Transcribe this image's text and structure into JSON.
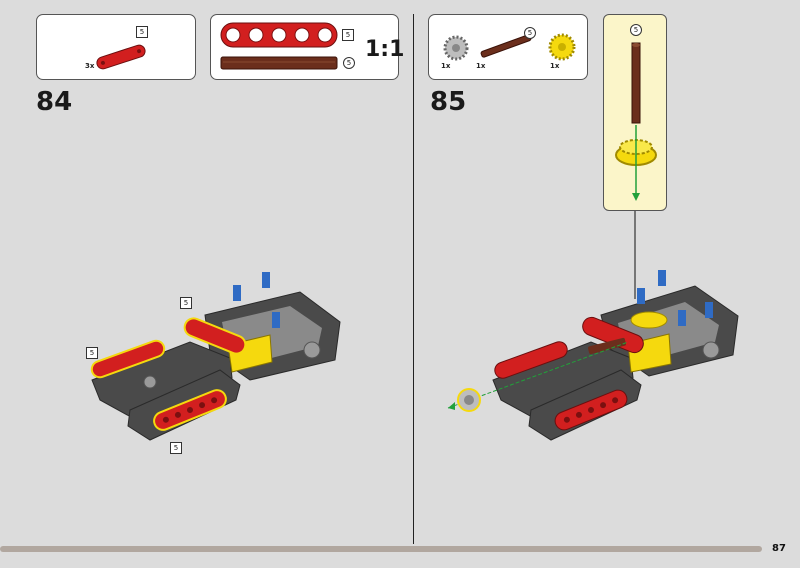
{
  "page": {
    "number": "87"
  },
  "step84": {
    "number": "84",
    "parts": [
      {
        "name": "red liftarm 1x5",
        "qty": "3x",
        "size": "5"
      }
    ],
    "scale_box": {
      "scale": "1:1",
      "liftarm_size": "5",
      "axle_size": "5"
    },
    "callouts": [
      "5",
      "5",
      "5"
    ]
  },
  "step85": {
    "number": "85",
    "parts": [
      {
        "name": "gray gear 12 tooth",
        "qty": "1x"
      },
      {
        "name": "brown axle 5",
        "qty": "1x",
        "size": "5"
      },
      {
        "name": "yellow gear 20 tooth bevel",
        "qty": "1x"
      }
    ],
    "detail_callout": {
      "axle_size": "5"
    }
  },
  "colors": {
    "background": "#dcdcdc",
    "accent_red": "#d21f1f",
    "yellow": "#f5d90e",
    "frame_gray": "#4a4a4a",
    "callout_bg": "#fbf5c9",
    "bar": "#b1a79f"
  }
}
